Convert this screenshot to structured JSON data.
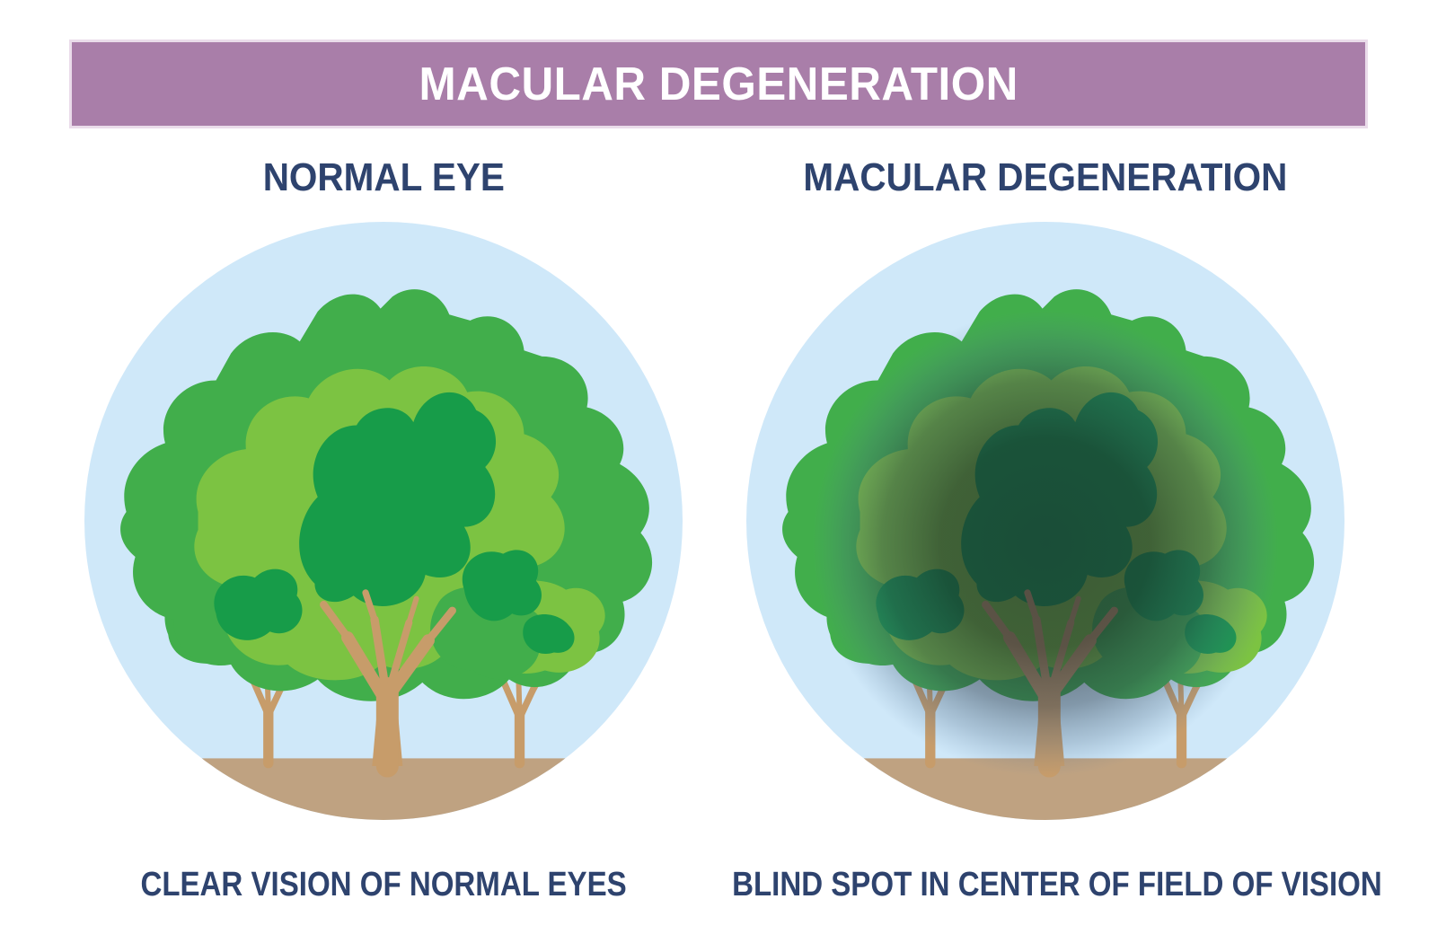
{
  "banner": {
    "title": "MACULAR DEGENERATION"
  },
  "panels": {
    "normal": {
      "heading": "NORMAL EYE",
      "caption": "CLEAR VISION OF NORMAL EYES"
    },
    "amd": {
      "heading": "MACULAR DEGENERATION",
      "caption": "BLIND SPOT IN CENTER OF FIELD OF VISION"
    }
  },
  "illustration": {
    "left_scene": "three trees seen clearly through a circular field of vision",
    "right_scene": "same three trees with a dark blurred spot covering the center of the field of vision"
  },
  "palette": {
    "page-bg": "#ffffff",
    "banner": "#a97ea9",
    "banner-border": "#eadcea",
    "title-text": "#ffffff",
    "heading-text": "#2e436e",
    "sky": "#cfe8f9",
    "ground": "#bfa281",
    "trunk": "#c79c6a",
    "green-mid": "#41ae4b",
    "green-light": "#7cc342",
    "green-dark": "#179c49"
  }
}
